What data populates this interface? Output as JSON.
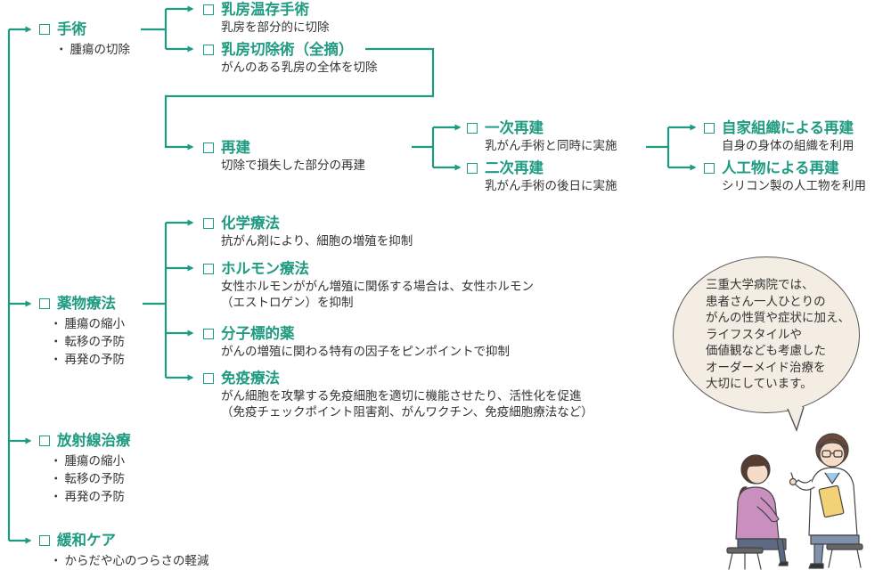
{
  "colors": {
    "accent": "#1f9b82",
    "text": "#333333",
    "bubble_fill": "#f4ede3"
  },
  "icons": {
    "checkbox": "checkbox-outline-icon",
    "arrow": "arrow-right-icon"
  },
  "root": {
    "surgery": {
      "title": "手術",
      "bullets": [
        "腫瘍の切除"
      ]
    },
    "drug": {
      "title": "薬物療法",
      "bullets": [
        "腫瘍の縮小",
        "転移の予防",
        "再発の予防"
      ]
    },
    "radiation": {
      "title": "放射線治療",
      "bullets": [
        "腫瘍の縮小",
        "転移の予防",
        "再発の予防"
      ]
    },
    "palliative": {
      "title": "緩和ケア",
      "bullets": [
        "からだや心のつらさの軽減"
      ]
    }
  },
  "surgery_branch": {
    "conserving": {
      "title": "乳房温存手術",
      "desc": "乳房を部分的に切除"
    },
    "mastectomy": {
      "title": "乳房切除術（全摘）",
      "desc": "がんのある乳房の全体を切除"
    },
    "reconstruction": {
      "title": "再建",
      "desc": "切除で損失した部分の再建"
    }
  },
  "reconstruction_branch": {
    "primary": {
      "title": "一次再建",
      "desc": "乳がん手術と同時に実施"
    },
    "secondary": {
      "title": "二次再建",
      "desc": "乳がん手術の後日に実施"
    }
  },
  "tissue_branch": {
    "autologous": {
      "title": "自家組織による再建",
      "desc": "自身の身体の組織を利用"
    },
    "implant": {
      "title": "人工物による再建",
      "desc": "シリコン製の人工物を利用"
    }
  },
  "drug_branch": {
    "chemo": {
      "title": "化学療法",
      "desc": [
        "抗がん剤により、細胞の増殖を抑制"
      ]
    },
    "hormone": {
      "title": "ホルモン療法",
      "desc": [
        "女性ホルモンががん増殖に関係する場合は、女性ホルモン",
        "（エストロゲン）を抑制"
      ]
    },
    "targeted": {
      "title": "分子標的薬",
      "desc": [
        "がんの増殖に関わる特有の因子をピンポイントで抑制"
      ]
    },
    "immuno": {
      "title": "免疫療法",
      "desc": [
        "がん細胞を攻撃する免疫細胞を適切に機能させたり、活性化を促進",
        "（免疫チェックポイント阻害剤、がんワクチン、免疫細胞療法など）"
      ]
    }
  },
  "speech_bubble": {
    "lines": [
      "三重大学病院では、",
      "患者さん一人ひとりの",
      "がんの性質や症状に加え、",
      "ライフスタイルや",
      "価値観なども考慮した",
      "オーダーメイド治療を",
      "大切にしています。"
    ]
  },
  "illustration": {
    "name": "patient-and-doctor-illustration"
  }
}
